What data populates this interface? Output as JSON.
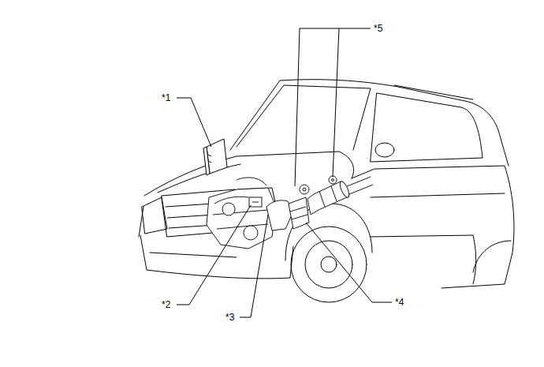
{
  "diagram": {
    "labels": [
      "*1",
      "*2",
      "*3",
      "*4",
      "*5"
    ]
  }
}
